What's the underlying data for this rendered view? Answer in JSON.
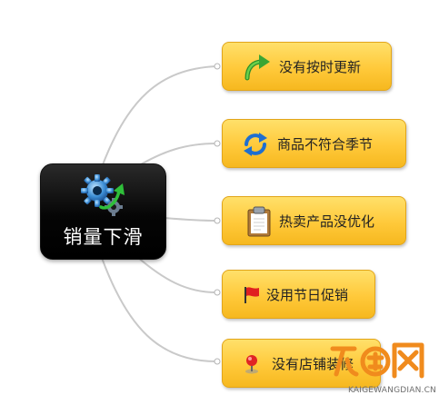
{
  "root": {
    "label": "销量下滑",
    "icon": "gears-with-arrow-icon"
  },
  "branches": [
    {
      "label": "没有按时更新",
      "icon": "curved-arrow-icon"
    },
    {
      "label": "商品不符合季节",
      "icon": "refresh-arrows-icon"
    },
    {
      "label": "热卖产品没优化",
      "icon": "clipboard-icon"
    },
    {
      "label": "没用节日促销",
      "icon": "red-flag-icon"
    },
    {
      "label": "没有店铺装修",
      "icon": "map-pin-icon"
    }
  ],
  "watermark": {
    "logo_text": "开店网",
    "url": "KAIGEWANGDIAN.CN"
  },
  "colors": {
    "node_fill_top": "#ffe06a",
    "node_fill_bottom": "#f6b81f",
    "root_fill": "#000000",
    "connector": "#c8c8c8",
    "watermark": "#f08b1d"
  }
}
